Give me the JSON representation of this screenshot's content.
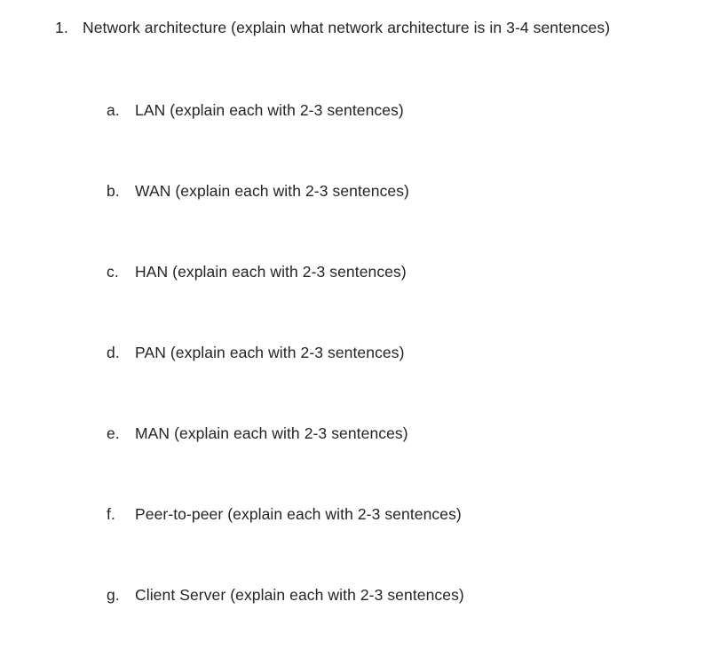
{
  "document": {
    "background_color": "#ffffff",
    "text_color": "#242424",
    "outline": {
      "level_1": [
        {
          "marker": "1.",
          "text": "Network architecture (explain what network architecture is in 3-4 sentences)"
        }
      ],
      "level_2": [
        {
          "marker": "a.",
          "text": "LAN (explain each with 2-3 sentences)"
        },
        {
          "marker": "b.",
          "text": "WAN (explain each with 2-3 sentences)"
        },
        {
          "marker": "c.",
          "text": "HAN (explain each with 2-3 sentences)"
        },
        {
          "marker": "d.",
          "text": "PAN (explain each with 2-3 sentences)"
        },
        {
          "marker": "e.",
          "text": "MAN (explain each with 2-3 sentences)"
        },
        {
          "marker": "f.",
          "text": "Peer-to-peer (explain each with 2-3 sentences)"
        },
        {
          "marker": "g.",
          "text": "Client Server (explain each with 2-3 sentences)"
        }
      ]
    }
  }
}
